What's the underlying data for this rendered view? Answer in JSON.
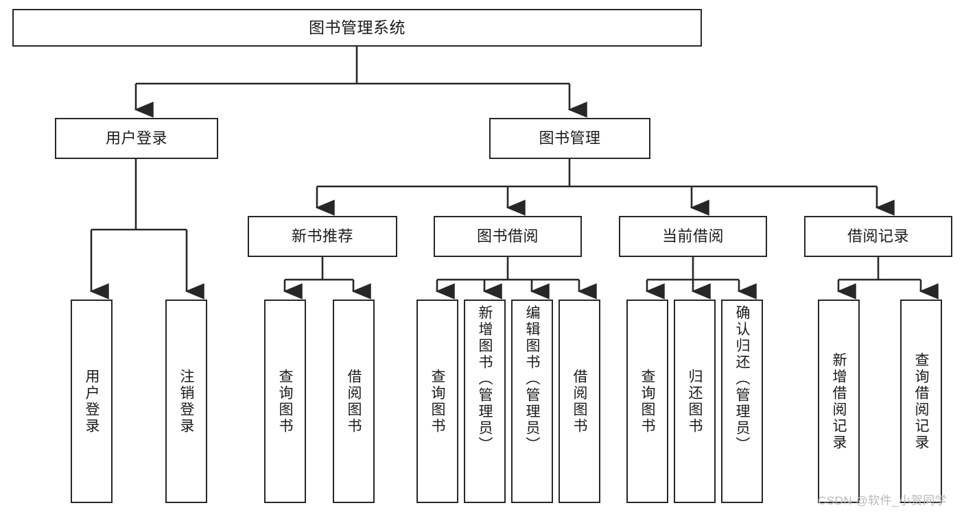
{
  "diagram": {
    "type": "tree-hierarchy",
    "title": "图书管理系统",
    "root": {
      "label": "图书管理系统"
    },
    "level2": [
      {
        "label": "用户登录"
      },
      {
        "label": "图书管理"
      }
    ],
    "level3": [
      {
        "label": "新书推荐"
      },
      {
        "label": "图书借阅"
      },
      {
        "label": "当前借阅"
      },
      {
        "label": "借阅记录"
      }
    ],
    "leaves": {
      "user_login": [
        {
          "label": "用户登录"
        },
        {
          "label": "注销登录"
        }
      ],
      "new_book_recommend": [
        {
          "label": "查询图书"
        },
        {
          "label": "借阅图书"
        }
      ],
      "book_borrow": [
        {
          "label": "查询图书"
        },
        {
          "label": "新增图书（管理员）"
        },
        {
          "label": "编辑图书（管理员）"
        },
        {
          "label": "借阅图书"
        }
      ],
      "current_borrow": [
        {
          "label": "查询图书"
        },
        {
          "label": "归还图书"
        },
        {
          "label": "确认归还（管理员）"
        }
      ],
      "borrow_record": [
        {
          "label": "新增借阅记录"
        },
        {
          "label": "查询借阅记录"
        }
      ]
    }
  },
  "watermark": {
    "text": "CSDN @软件_小贺同学"
  },
  "colors": {
    "border": "#272727",
    "background": "#ffffff",
    "text": "#1a1a1a",
    "watermark": "#b8b8b8"
  }
}
